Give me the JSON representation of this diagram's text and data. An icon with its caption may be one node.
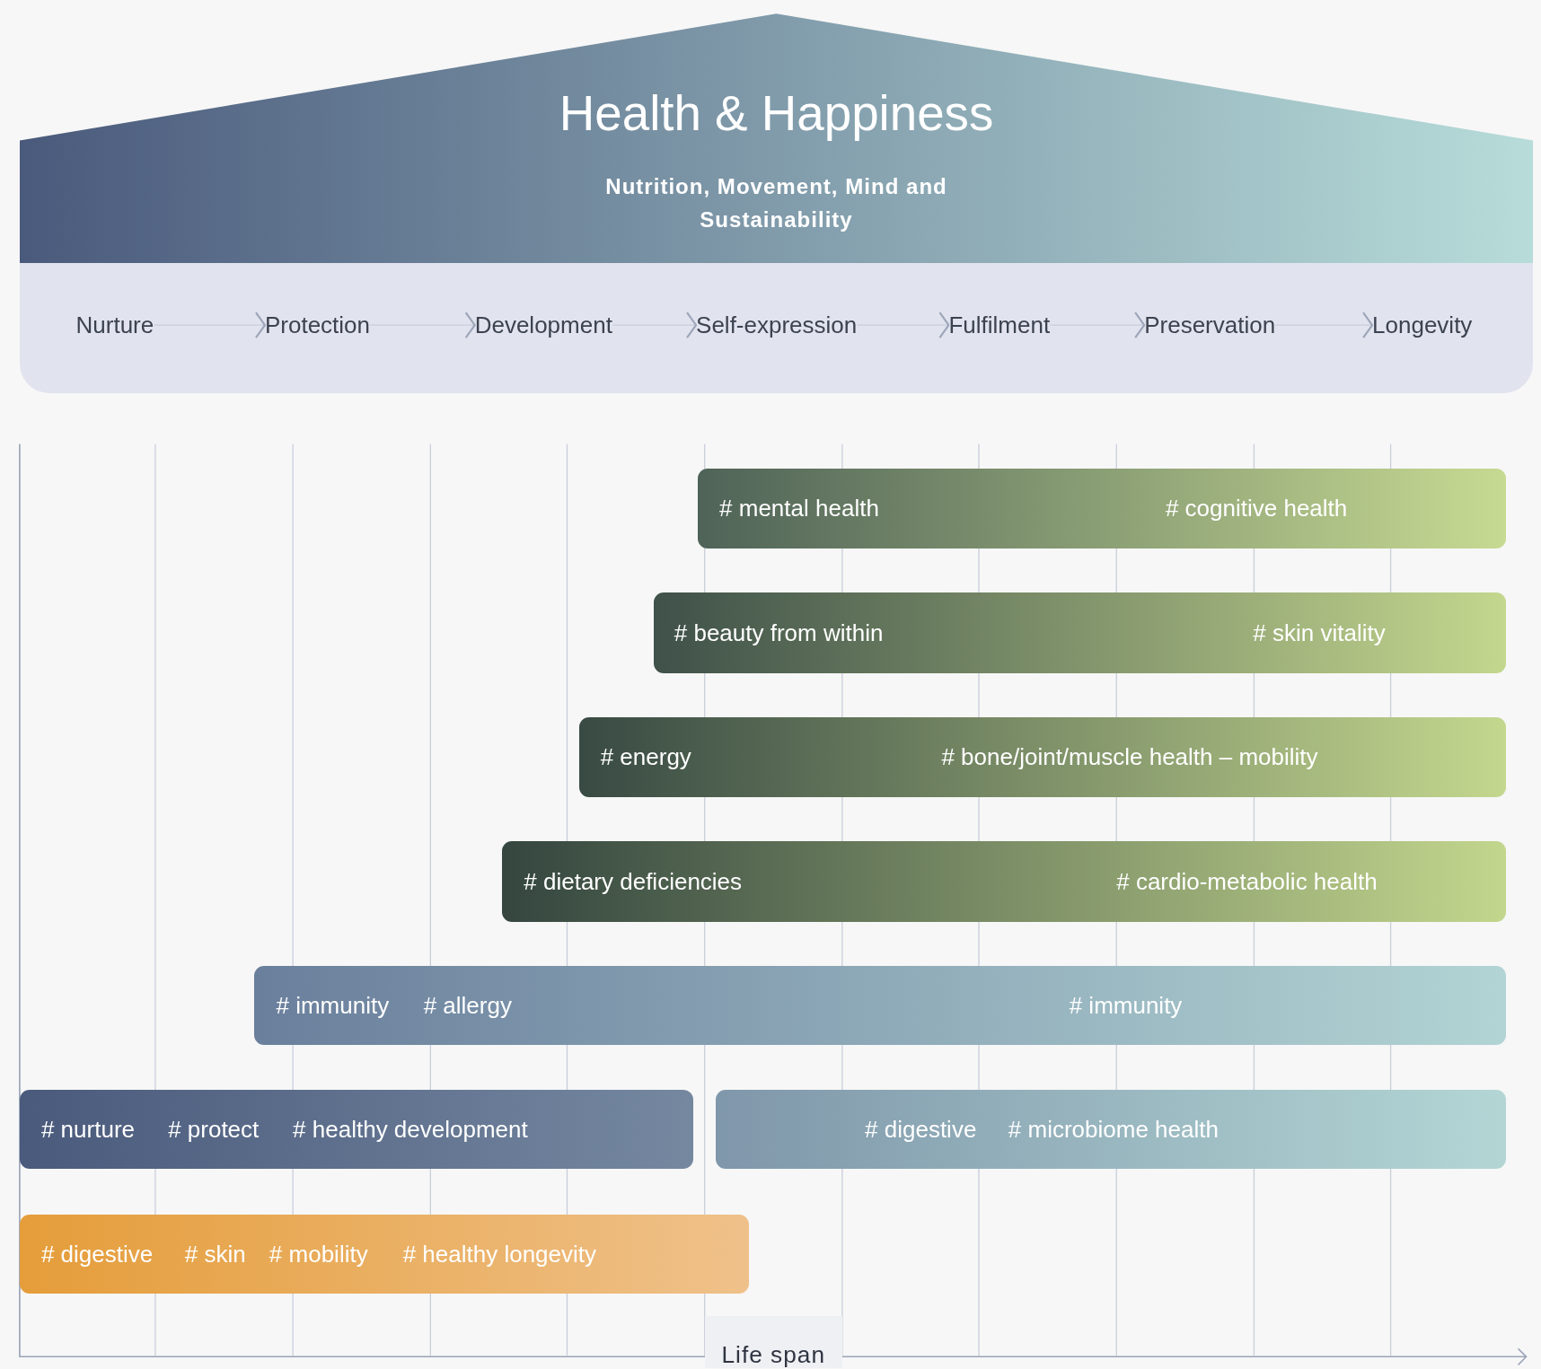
{
  "diagram": {
    "nodes": [
      {
        "text": [
          "Health & Happiness",
          "Nutrition, Movement, Mind and Sustainability"
        ]
      },
      {
        "text": [],
        "shape": "box"
      },
      {
        "text": [
          "Nurture"
        ],
        "in": 1
      },
      {
        "text": [
          "Protection"
        ],
        "in": 1
      },
      {
        "text": [
          "Development"
        ],
        "in": 1
      },
      {
        "text": [
          "Self-expression"
        ],
        "in": 1
      },
      {
        "text": [
          "Fulfilment"
        ],
        "in": 1
      },
      {
        "text": [
          "Preservation"
        ],
        "in": 1
      },
      {
        "text": [
          "Longevity"
        ],
        "in": 1
      },
      {
        "text": [
          "# mental health",
          "# cognitive health"
        ]
      },
      {
        "text": [
          "# beauty from within",
          "# skin vitality"
        ]
      },
      {
        "text": [
          "# energy",
          "# bone/joint/muscle health – mobility"
        ]
      },
      {
        "text": [
          "# dietary deficiencies",
          "# cardio-metabolic health"
        ]
      },
      {
        "text": [
          "# immunity",
          "# allergy",
          "# immunity"
        ]
      },
      {
        "text": [
          "# nurture",
          "# protect",
          "# healthy development"
        ]
      },
      {
        "text": [
          "# digestive",
          "# microbiome health"
        ]
      },
      {
        "text": [
          "# digestive",
          "# skin",
          "# mobility",
          "# healthy longevity"
        ]
      }
    ],
    "edges": [
      {
        "from": 2,
        "to": 3,
        "arrow": "to"
      },
      {
        "from": 3,
        "to": 4,
        "arrow": "to"
      },
      {
        "from": 4,
        "to": 5,
        "arrow": "to"
      },
      {
        "from": 5,
        "to": 6,
        "arrow": "to"
      },
      {
        "from": 6,
        "to": 7,
        "arrow": "to"
      },
      {
        "from": 7,
        "to": 8,
        "arrow": "to"
      }
    ],
    "labels": [
      "Life span"
    ]
  }
}
